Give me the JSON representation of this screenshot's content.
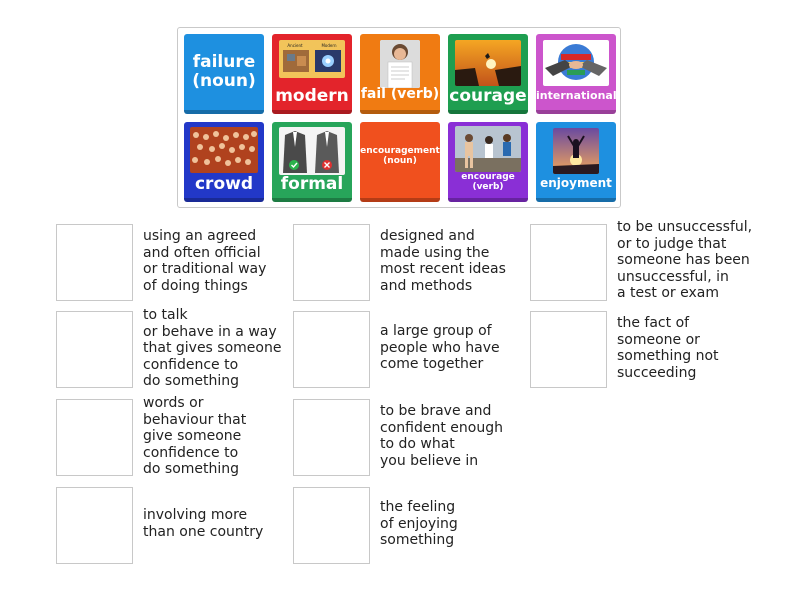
{
  "tiles": [
    {
      "label": "failure\n(noun)",
      "color": "#1e90e0",
      "image": "none"
    },
    {
      "label": "modern",
      "color": "#e3242b",
      "image": "ancient-modern-photos",
      "caption_left": "Ancient",
      "caption_right": "Modern"
    },
    {
      "label": "fail (verb)",
      "color": "#f07b12",
      "image": "child-with-paper-photo"
    },
    {
      "label": "courage",
      "color": "#1e9e50",
      "image": "cliff-jump-sunset-photo"
    },
    {
      "label": "international",
      "color": "#cc55cc",
      "image": "handshake-flags-photo"
    },
    {
      "label": "crowd",
      "color": "#2238c8",
      "image": "crowd-photo"
    },
    {
      "label": "formal",
      "color": "#27a55a",
      "image": "suits-check-cross-photo"
    },
    {
      "label": "encouragement\n(noun)",
      "color": "#f0501e",
      "image": "none"
    },
    {
      "label": "encourage\n(verb)",
      "color": "#8a2fd6",
      "image": "runners-photo"
    },
    {
      "label": "enjoyment",
      "color": "#1e90e0",
      "image": "sunset-cheer-photo"
    }
  ],
  "definitions": [
    "using an agreed\nand often official\nor traditional way\nof doing things",
    "designed and\nmade using the\nmost recent ideas\nand methods",
    "to be unsuccessful,\nor to judge that\nsomeone has been\nunsuccessful, in\na test or exam",
    "to talk\nor behave in a way\nthat gives someone\nconfidence to\ndo something",
    "a large group of\npeople who have\ncome together",
    "the fact of\nsomeone or\nsomething not\nsucceeding",
    "words or\nbehaviour that\ngive someone\nconfidence to\ndo something",
    "to be brave and\nconfident enough\nto do what\nyou believe in",
    "involving more\nthan one country",
    "the feeling\nof enjoying\nsomething"
  ]
}
